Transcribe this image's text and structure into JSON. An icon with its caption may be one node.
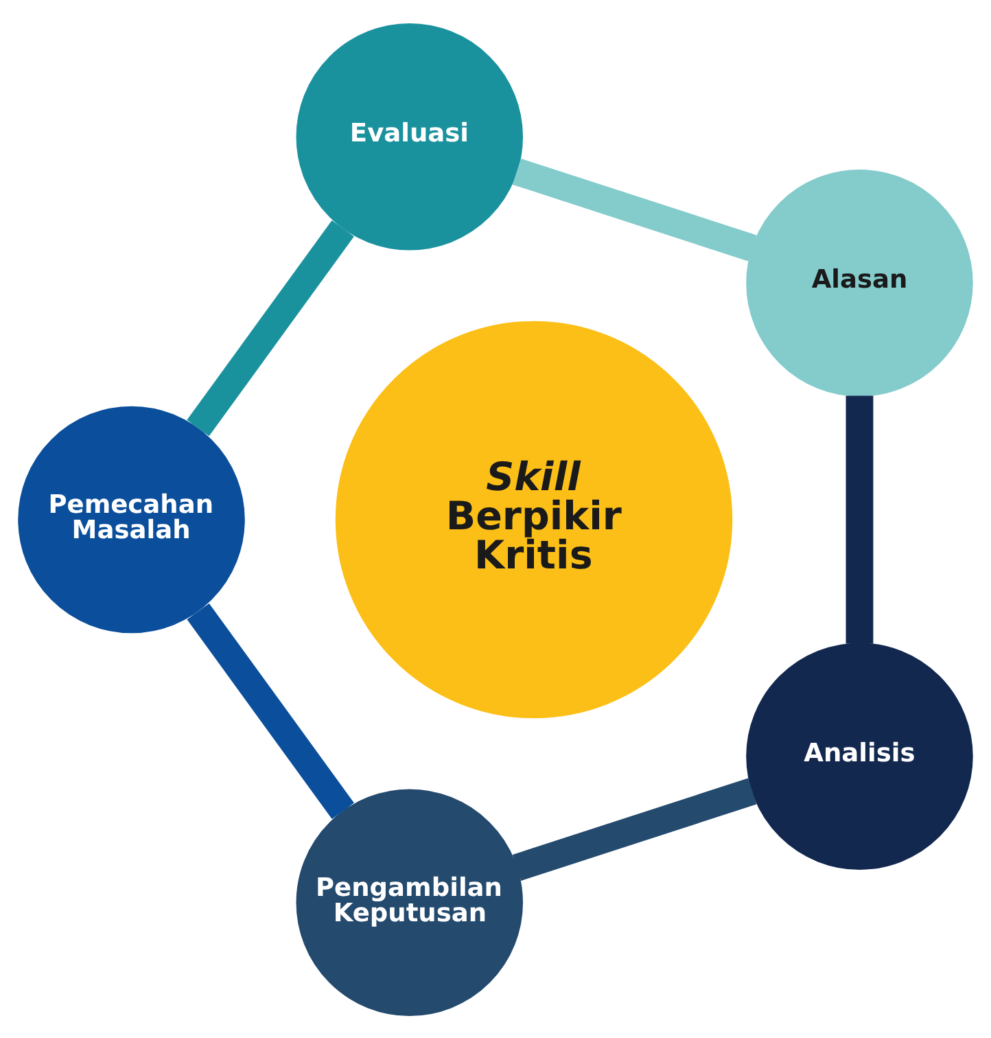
{
  "diagram": {
    "nodes": [
      {
        "text": [
          "Alasan"
        ]
      },
      {
        "text": [
          "Evaluasi"
        ]
      },
      {
        "text": [
          "Pemecahan Masalah"
        ]
      },
      {
        "text": [
          "Pengambilan Keputusan"
        ]
      },
      {
        "text": [
          "Analisis"
        ]
      },
      {
        "text": [
          "*Skill* Berpikir Kritis"
        ]
      }
    ],
    "edges": [
      {
        "from": 0,
        "to": 1,
        "arrow": "none",
        "color": "#84cbcc"
      },
      {
        "from": 1,
        "to": 2,
        "arrow": "none",
        "color": "#1a929e"
      },
      {
        "from": 2,
        "to": 3,
        "arrow": "none",
        "color": "#0b4f9c"
      },
      {
        "from": 3,
        "to": 4,
        "arrow": "none",
        "color": "#244a6e"
      },
      {
        "from": 4,
        "to": 0,
        "arrow": "none",
        "color": "#13284f"
      }
    ]
  }
}
